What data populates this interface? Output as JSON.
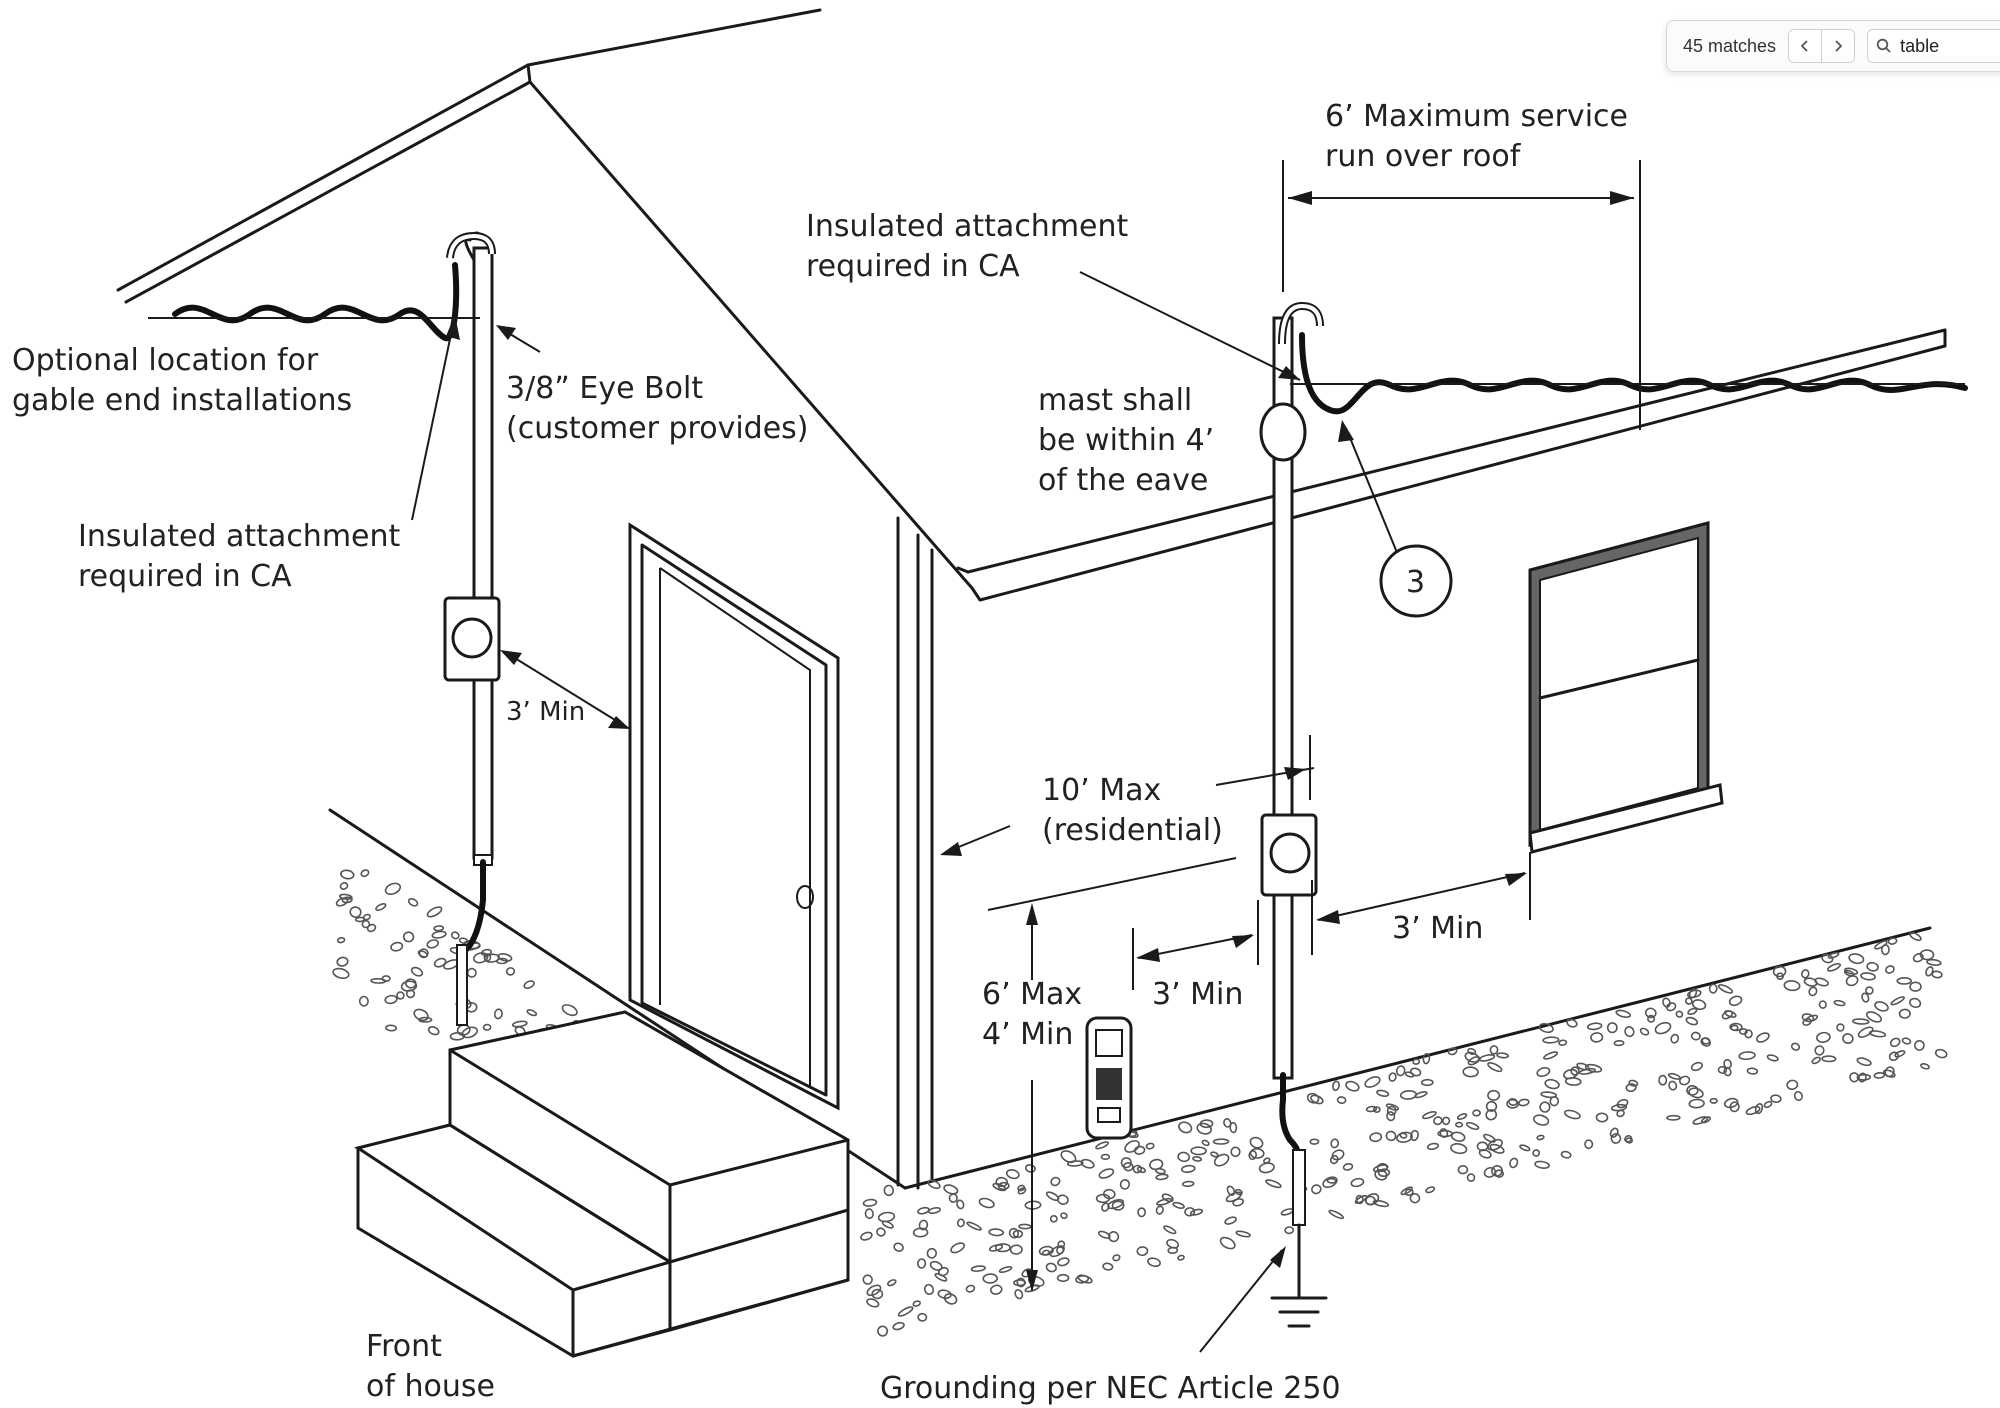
{
  "find_bar": {
    "match_count": "45 matches",
    "prev_icon": "chevron-left-icon",
    "next_icon": "chevron-right-icon",
    "search_icon": "search-icon",
    "query": "table"
  },
  "labels": {
    "gable_optional_line1": "Optional location for",
    "gable_optional_line2": "gable end installations",
    "eye_bolt_line1": "3/8” Eye Bolt",
    "eye_bolt_line2": "(customer provides)",
    "insulated_left_line1": "Insulated attachment",
    "insulated_left_line2": "required in CA",
    "door_clearance": "3’ Min",
    "service_run_line1": "6’ Maximum service",
    "service_run_line2": "run over roof",
    "insulated_right_line1": "Insulated attachment",
    "insulated_right_line2": "required in CA",
    "mast_line1": "mast shall",
    "mast_line2": "be within 4’",
    "mast_line3": "of the eave",
    "callout_number": "3",
    "ten_max_line1": "10’ Max",
    "ten_max_line2": "(residential)",
    "window_clearance": "3’ Min",
    "meter_height_line1": "6’ Max",
    "meter_height_line2": "4’ Min",
    "gas_clearance": "3’ Min",
    "front_line1": "Front",
    "front_line2": "of house",
    "grounding": "Grounding per NEC Article 250"
  }
}
